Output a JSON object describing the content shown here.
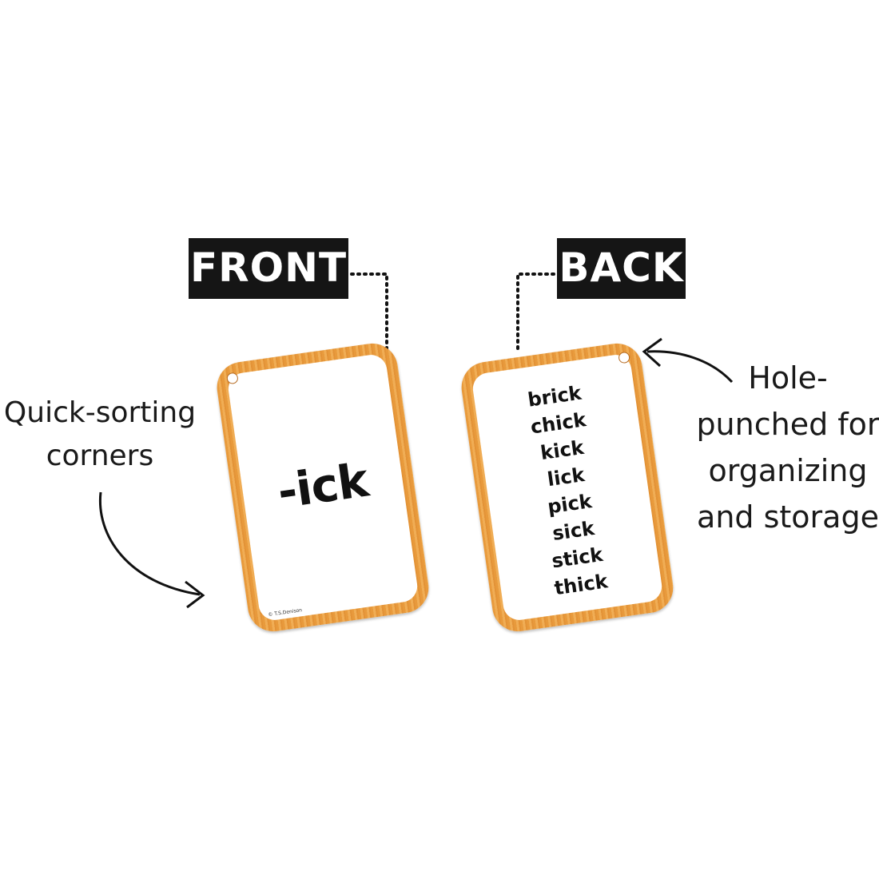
{
  "labels": {
    "front": "FRONT",
    "back": "BACK"
  },
  "captions": {
    "left": [
      "Quick-sorting",
      "corners"
    ],
    "right": [
      "Hole-",
      "punched for",
      "organizing",
      "and storage"
    ]
  },
  "front_card": {
    "word": "-ick",
    "copyright": "© T.S.Denison"
  },
  "back_card": {
    "words": [
      "brick",
      "chick",
      "kick",
      "lick",
      "pick",
      "sick",
      "stick",
      "thick"
    ]
  },
  "colors": {
    "card_border": "#e89a3c",
    "label_bg": "#151515",
    "text": "#111111"
  }
}
